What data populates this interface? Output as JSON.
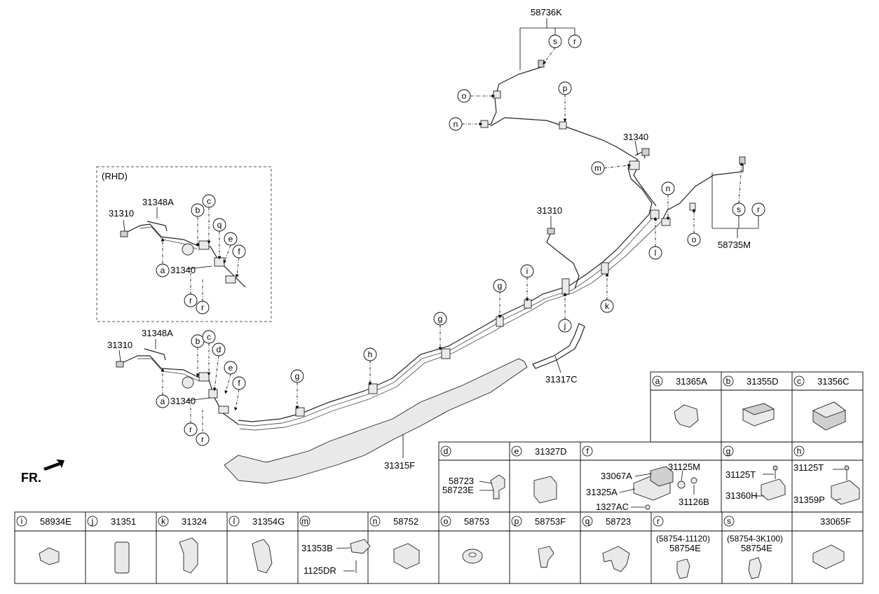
{
  "labels": {
    "p58736K": "58736K",
    "p31340_top": "31340",
    "p58735M": "58735M",
    "p31310_mid": "31310",
    "p31317C": "31317C",
    "p31315F": "31315F",
    "rhd": "(RHD)",
    "rhd_31310": "31310",
    "rhd_31348A": "31348A",
    "rhd_31340": "31340",
    "lhd_31310": "31310",
    "lhd_31348A": "31348A",
    "lhd_31340": "31340",
    "fr": "FR."
  },
  "callouts": {
    "a": "a",
    "b": "b",
    "c": "c",
    "d": "d",
    "e": "e",
    "f": "f",
    "g": "g",
    "h": "h",
    "i": "i",
    "j": "j",
    "k": "k",
    "l": "l",
    "m": "m",
    "n": "n",
    "o": "o",
    "p": "p",
    "q": "q",
    "r": "r",
    "s": "s"
  },
  "table": {
    "a": {
      "letter": "a",
      "part": "31365A"
    },
    "b": {
      "letter": "b",
      "part": "31355D"
    },
    "c": {
      "letter": "c",
      "part": "31356C"
    },
    "d": {
      "letter": "d",
      "part": "",
      "sub": [
        "58723",
        "58723E"
      ]
    },
    "e": {
      "letter": "e",
      "part": "31327D"
    },
    "f": {
      "letter": "f",
      "part": "",
      "sub": [
        "33067A",
        "31125M",
        "31325A",
        "31126B",
        "1327AC"
      ]
    },
    "g": {
      "letter": "g",
      "part": "",
      "sub": [
        "31125T",
        "31360H"
      ]
    },
    "h": {
      "letter": "h",
      "part": "",
      "sub": [
        "31125T",
        "31359P"
      ]
    },
    "i": {
      "letter": "i",
      "part": "58934E"
    },
    "j": {
      "letter": "j",
      "part": "31351"
    },
    "k": {
      "letter": "k",
      "part": "31324"
    },
    "l": {
      "letter": "l",
      "part": "31354G"
    },
    "m": {
      "letter": "m",
      "part": "",
      "sub": [
        "31353B",
        "1125DR"
      ]
    },
    "n": {
      "letter": "n",
      "part": "58752"
    },
    "o": {
      "letter": "o",
      "part": "58753"
    },
    "p": {
      "letter": "p",
      "part": "58753F"
    },
    "q": {
      "letter": "q",
      "part": "58723"
    },
    "r": {
      "letter": "r",
      "part": "",
      "sub": [
        "(58754-11120)",
        "58754E"
      ]
    },
    "s": {
      "letter": "s",
      "part": "",
      "sub": [
        "(58754-3K100)",
        "58754E"
      ]
    },
    "last": {
      "letter": "",
      "part": "33065F"
    }
  }
}
